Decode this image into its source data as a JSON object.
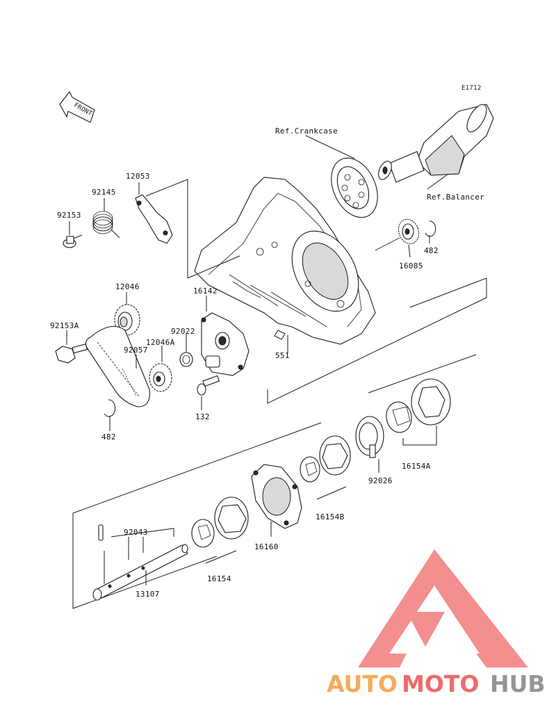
{
  "diagram_code": "E1712",
  "front_label": "FRONT",
  "refs": {
    "crankcase": "Ref.Crankcase",
    "balancer": "Ref.Balancer"
  },
  "parts": {
    "p12053": "12053",
    "p92145": "92145",
    "p92153": "92153",
    "p12046": "12046",
    "p92153A": "92153A",
    "p16142": "16142",
    "p92022": "92022",
    "p12046A": "12046A",
    "p92057": "92057",
    "p551": "551",
    "p132": "132",
    "p482_left": "482",
    "p482_right": "482",
    "p16085": "16085",
    "p92026": "92026",
    "p16154A": "16154A",
    "p16154B": "16154B",
    "p16160": "16160",
    "p16154": "16154",
    "p92043": "92043",
    "p13107": "13107"
  },
  "watermark": {
    "part1": "AUTO",
    "part2": "MOTO",
    "part3": "HUB",
    "color_orange": "#f4a24a",
    "color_red": "#ee5a5a",
    "color_gray": "#8a8a8a"
  }
}
